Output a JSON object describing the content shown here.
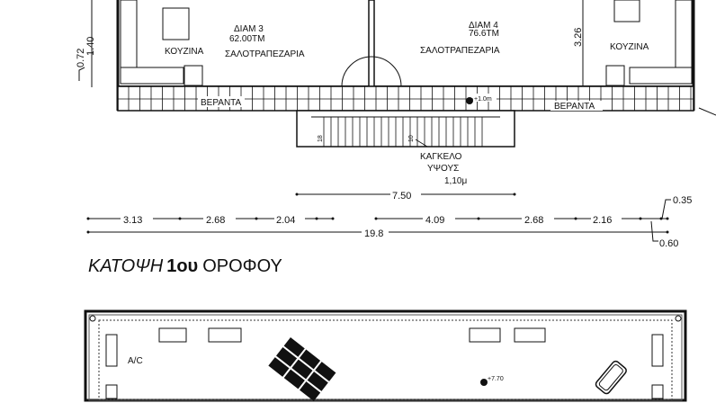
{
  "first_floor_plan": {
    "rooms": {
      "kitchen_left": "ΚΟΥΖΙΝΑ",
      "apt3_name": "ΔΙΑΜ 3",
      "apt3_area": "62.00ΤΜ",
      "apt3_living": "ΣΑΛΟΤΡΑΠΕΖΑΡΙΑ",
      "apt4_name": "ΔΙΑΜ 4",
      "apt4_area": "76.6ΤΜ",
      "apt4_living": "ΣΑΛΟΤΡΑΠΕΖΑΡΙΑ",
      "kitchen_right": "ΚΟΥΖΙΝΑ",
      "veranda_left": "ΒΕΡΑΝΤΑ",
      "veranda_right": "ΒΕΡΑΝΤΑ"
    },
    "level_mark": "+1.0m",
    "stair_labels": [
      "18",
      "10"
    ],
    "railing_note": [
      "ΚΑΓΚΕΛΟ",
      "ΥΨΟΥΣ",
      "1,10μ"
    ],
    "dimensions": {
      "left_vertical": [
        "0.72",
        "1.40"
      ],
      "room_height": "3.26",
      "stair_width": "7.50",
      "segments_left": [
        "3.13",
        "2.68",
        "2.04"
      ],
      "segments_right": [
        "4.09",
        "2.68",
        "2.16"
      ],
      "total": "19.8",
      "right_top": "0.35",
      "right_bottom": "0.60"
    },
    "title_italic": "ΚΑΤΟΨΗ",
    "title_bold": "1ου",
    "title_rest": "ΟΡΟΦΟΥ"
  },
  "roof_plan": {
    "ac_label": "A/C",
    "level_mark": "+7.70"
  }
}
